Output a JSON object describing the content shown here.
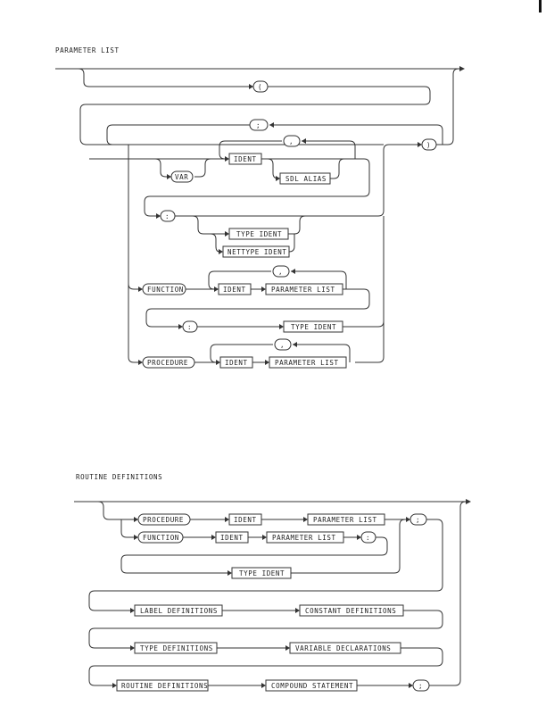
{
  "diagrams": [
    {
      "title": "PARAMETER LIST",
      "terminals": {
        "lparen": "(",
        "semicolon": ";",
        "comma1": ",",
        "var": "VAR",
        "colon1": ":",
        "rparen": ")",
        "comma2": ",",
        "function": "FUNCTION",
        "colon2": ":",
        "comma3": ",",
        "procedure": "PROCEDURE"
      },
      "nonterminals": {
        "ident1": "IDENT",
        "sdl_alias": "SDL ALIAS",
        "type_ident1": "TYPE IDENT",
        "nettype_ident": "NETTYPE IDENT",
        "ident2": "IDENT",
        "param_list1": "PARAMETER LIST",
        "type_ident2": "TYPE IDENT",
        "ident3": "IDENT",
        "param_list2": "PARAMETER LIST"
      }
    },
    {
      "title": "ROUTINE DEFINITIONS",
      "terminals": {
        "procedure": "PROCEDURE",
        "function": "FUNCTION",
        "colon": ":",
        "semicolon1": ";",
        "semicolon2": ";"
      },
      "nonterminals": {
        "ident1": "IDENT",
        "param_list1": "PARAMETER LIST",
        "ident2": "IDENT",
        "param_list2": "PARAMETER LIST",
        "type_ident": "TYPE IDENT",
        "label_defs": "LABEL DEFINITIONS",
        "constant_defs": "CONSTANT DEFINITIONS",
        "type_defs": "TYPE DEFINITIONS",
        "variable_decls": "VARIABLE DECLARATIONS",
        "routine_defs": "ROUTINE DEFINITIONS",
        "compound_stmt": "COMPOUND STATEMENT"
      }
    }
  ]
}
